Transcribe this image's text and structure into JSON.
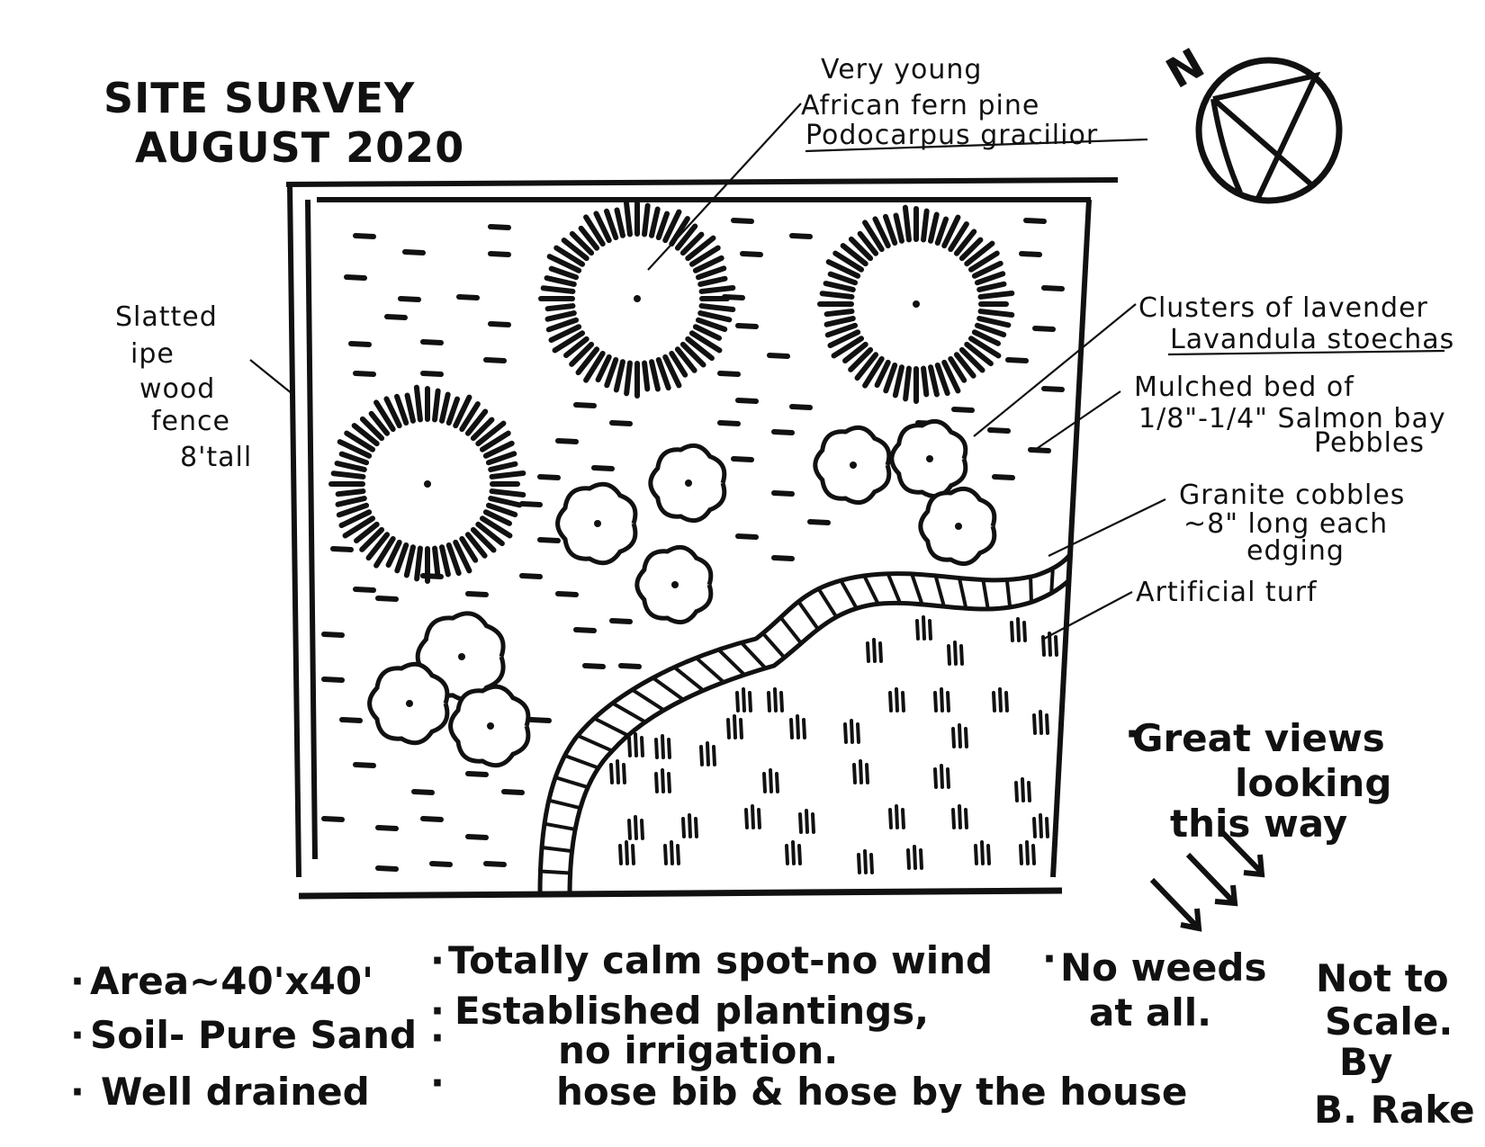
{
  "title": {
    "line1": "SITE SURVEY",
    "line2": "AUGUST 2020"
  },
  "compass": {
    "label": "N"
  },
  "labels": {
    "fern_pine": [
      "Very young",
      "African fern pine",
      "Podocarpus gracilior"
    ],
    "fence": [
      "Slatted",
      "ipe",
      "wood",
      "fence",
      "8'tall"
    ],
    "lavender": [
      "Clusters of lavender",
      "Lavandula stoechas"
    ],
    "mulch": [
      "Mulched bed of",
      "1/8\"-1/4\" Salmon bay",
      "Pebbles"
    ],
    "cobbles": [
      "Granite cobbles",
      "~8\" long each",
      "edging"
    ],
    "turf": "Artificial turf"
  },
  "views_note": [
    "Great views",
    "looking",
    "this way"
  ],
  "notes_left": [
    "Area~40'x40'",
    "Soil- Pure Sand",
    "Well drained"
  ],
  "notes_middle": [
    "Totally calm spot-no wind",
    "Established plantings,",
    "no irrigation.",
    "hose bib & hose by the house"
  ],
  "notes_weeds": [
    "No weeds",
    "at all."
  ],
  "scale_note": [
    "Not to",
    "Scale.",
    "By",
    "B. Rake"
  ],
  "colors": {
    "ink": "#111111",
    "paper": "#ffffff"
  }
}
